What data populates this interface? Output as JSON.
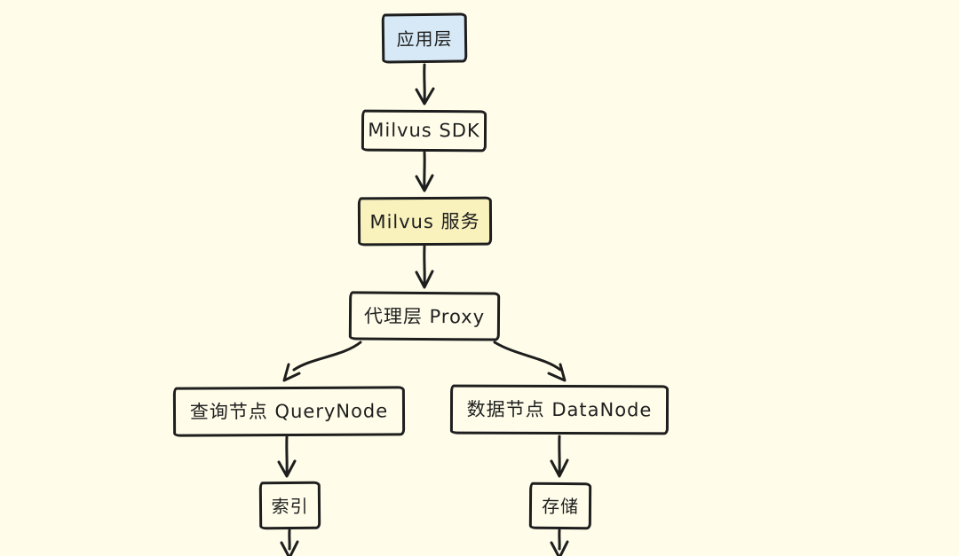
{
  "diagram": {
    "type": "flowchart",
    "description": "Milvus vector database architecture, hand-drawn style flow diagram",
    "canvas_background": "#fffdea",
    "stroke_color": "#1e1e1e",
    "text_color": "#1e1e1e",
    "nodes": {
      "app_layer": {
        "label": "应用层",
        "fill": "#d7e9f6"
      },
      "sdk": {
        "label": "Milvus SDK",
        "fill": "transparent"
      },
      "service": {
        "label": "Milvus 服务",
        "fill": "#f9f2bd"
      },
      "proxy": {
        "label": "代理层 Proxy",
        "fill": "transparent"
      },
      "query_node": {
        "label": "查询节点 QueryNode",
        "fill": "transparent"
      },
      "data_node": {
        "label": "数据节点 DataNode",
        "fill": "transparent"
      },
      "index": {
        "label": "索引",
        "fill": "transparent"
      },
      "storage": {
        "label": "存储",
        "fill": "transparent"
      }
    },
    "edges": [
      {
        "from": "app_layer",
        "to": "sdk"
      },
      {
        "from": "sdk",
        "to": "service"
      },
      {
        "from": "service",
        "to": "proxy"
      },
      {
        "from": "proxy",
        "to": "query_node"
      },
      {
        "from": "proxy",
        "to": "data_node"
      },
      {
        "from": "query_node",
        "to": "index"
      },
      {
        "from": "data_node",
        "to": "storage"
      },
      {
        "from": "index",
        "to": "below-offscreen"
      },
      {
        "from": "storage",
        "to": "below-offscreen"
      }
    ]
  }
}
